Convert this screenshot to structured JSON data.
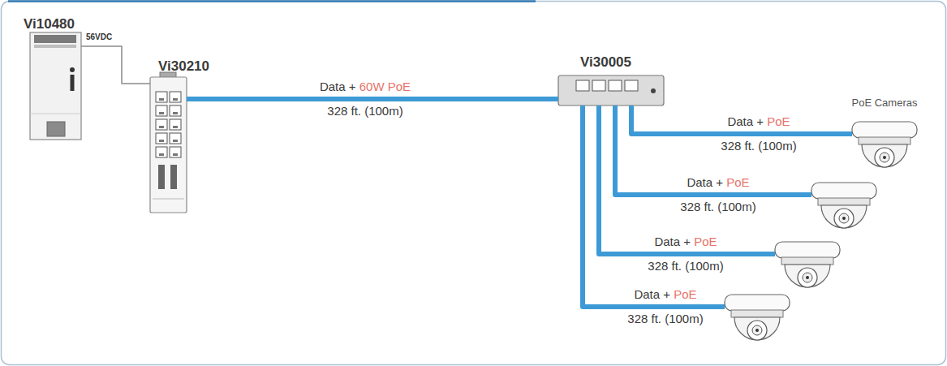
{
  "diagram": {
    "nodes": [
      {
        "text": [
          "Vi10480"
        ]
      },
      {
        "text": [
          "Vi30210"
        ]
      },
      {
        "text": [
          "Vi30005"
        ]
      },
      {
        "text": [
          "PoE Cameras"
        ]
      },
      {
        "text": []
      },
      {
        "text": []
      },
      {
        "text": []
      }
    ],
    "edges": [
      {
        "from": 0,
        "to": 1,
        "arrow": "none",
        "label": "56VDC"
      },
      {
        "from": 1,
        "to": 2,
        "arrow": "none",
        "label": "Data + 60W PoE"
      },
      {
        "from": 2,
        "to": 3,
        "arrow": "none",
        "label": "Data + PoE"
      },
      {
        "from": 2,
        "to": 4,
        "arrow": "none",
        "label": "Data + PoE"
      },
      {
        "from": 2,
        "to": 5,
        "arrow": "none",
        "label": "Data + PoE"
      },
      {
        "from": 2,
        "to": 6,
        "arrow": "none",
        "label": "Data + PoE"
      }
    ],
    "labels": [
      "328 ft. (100m)",
      "328 ft. (100m)",
      "328 ft. (100m)",
      "328 ft. (100m)",
      "328 ft. (100m)"
    ]
  }
}
